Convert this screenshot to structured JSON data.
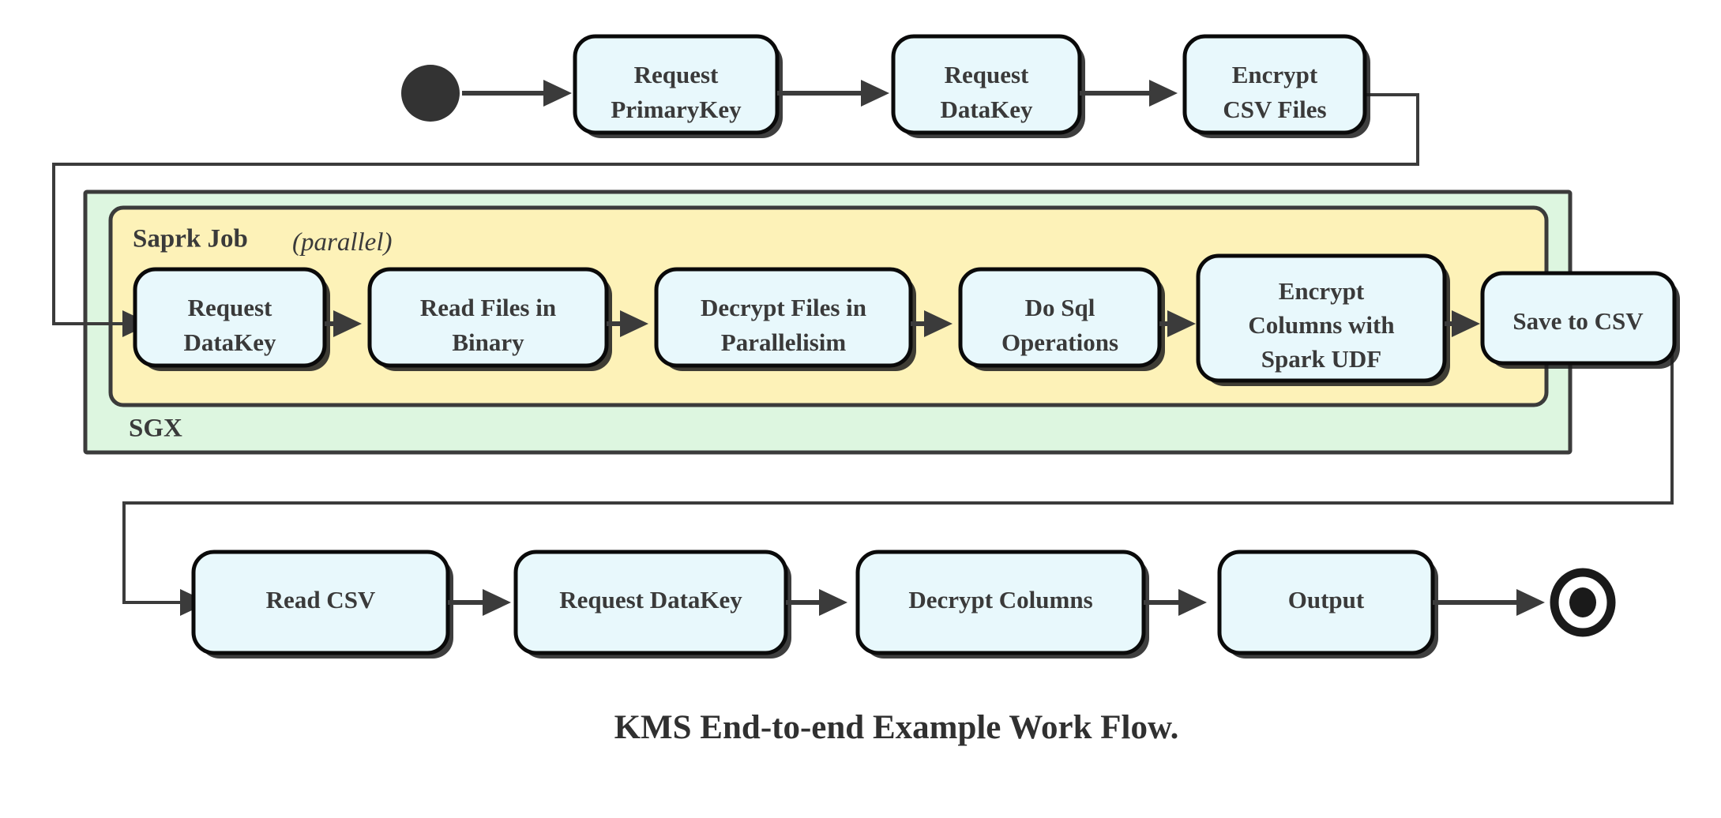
{
  "caption": "KMS End-to-end Example Work Flow.",
  "colors": {
    "node_fill": "#e8f8fc",
    "node_stroke": "#0a0a0a",
    "sgx_fill": "#ddf6e0",
    "spark_fill": "#fdf2b8",
    "group_stroke": "#3b3b3b",
    "edge": "#3b3b3b",
    "text": "#3a3a3a",
    "background": "#ffffff"
  },
  "groups": {
    "sgx": {
      "label": "SGX"
    },
    "spark": {
      "label_bold": "Saprk Job",
      "label_italic": "(parallel)"
    }
  },
  "markers": {
    "start": "start-state-dot",
    "end": "final-state-ring"
  },
  "rows": {
    "top": [
      {
        "id": "request-primarykey",
        "lines": [
          "Request",
          "PrimaryKey"
        ]
      },
      {
        "id": "request-datakey-top",
        "lines": [
          "Request",
          "DataKey"
        ]
      },
      {
        "id": "encrypt-csv-files",
        "lines": [
          "Encrypt",
          "CSV Files"
        ]
      }
    ],
    "middle": [
      {
        "id": "request-datakey-spark",
        "lines": [
          "Request",
          "DataKey"
        ]
      },
      {
        "id": "read-files-in-binary",
        "lines": [
          "Read Files in",
          "Binary"
        ]
      },
      {
        "id": "decrypt-files-in-parallelisim",
        "lines": [
          "Decrypt Files in",
          "Parallelisim"
        ]
      },
      {
        "id": "do-sql-operations",
        "lines": [
          "Do Sql",
          "Operations"
        ]
      },
      {
        "id": "encrypt-columns-with-spark-udf",
        "lines": [
          "Encrypt",
          "Columns with",
          "Spark UDF"
        ]
      },
      {
        "id": "save-to-csv",
        "lines": [
          "Save to CSV"
        ]
      }
    ],
    "bottom": [
      {
        "id": "read-csv",
        "lines": [
          "Read CSV"
        ]
      },
      {
        "id": "request-datakey-bottom",
        "lines": [
          "Request DataKey"
        ]
      },
      {
        "id": "decrypt-columns",
        "lines": [
          "Decrypt Columns"
        ]
      },
      {
        "id": "output",
        "lines": [
          "Output"
        ]
      }
    ]
  }
}
